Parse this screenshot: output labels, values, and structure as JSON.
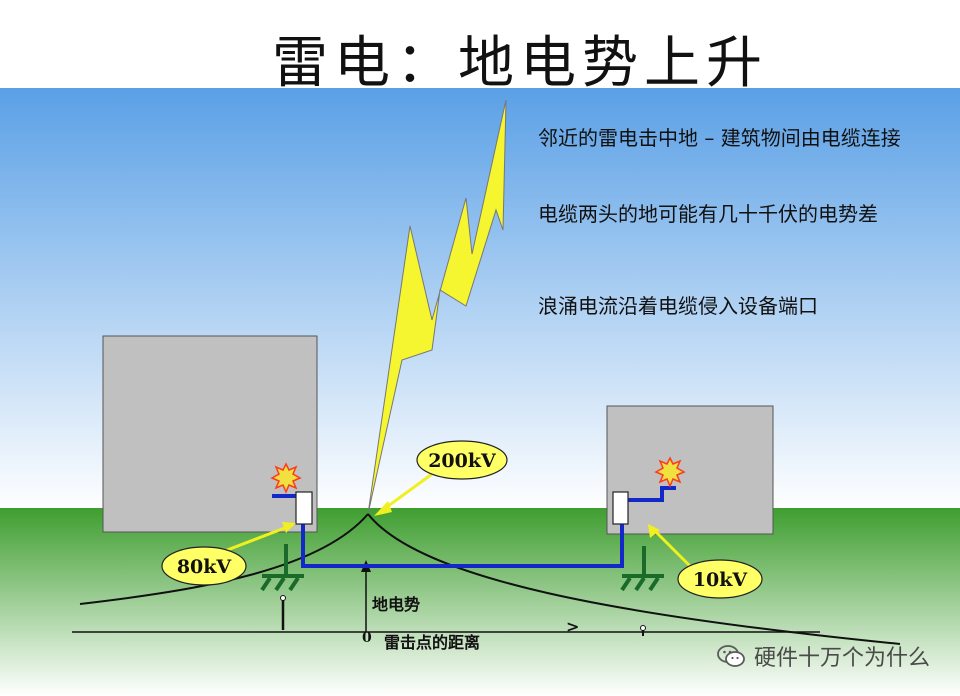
{
  "title": "雷电：地电势上升",
  "bullets": [
    "邻近的雷电击中地 – 建筑物间由电缆连接",
    "电缆两头的地可能有几十千伏的电势差",
    "浪涌电流沿着电缆侵入设备端口"
  ],
  "callouts": {
    "strike": "200kV",
    "left": "80kV",
    "right": "10kV"
  },
  "axis": {
    "y_label": "地电势",
    "x_label": "雷击点的距离",
    "origin": "0",
    "arrow": ">"
  },
  "watermark": {
    "icon": "wechat-icon",
    "text": "硬件十万个为什么"
  },
  "colors": {
    "sky_top": "#5aa0e6",
    "sky_bottom": "#ffffff",
    "grass": "#4aa83a",
    "building": "#c0c0c0",
    "cable": "#1428c8",
    "lightning": "#f5f530",
    "callout": "#ffff66",
    "spark": "#ff3a1a",
    "ground": "#1a6a2a"
  }
}
